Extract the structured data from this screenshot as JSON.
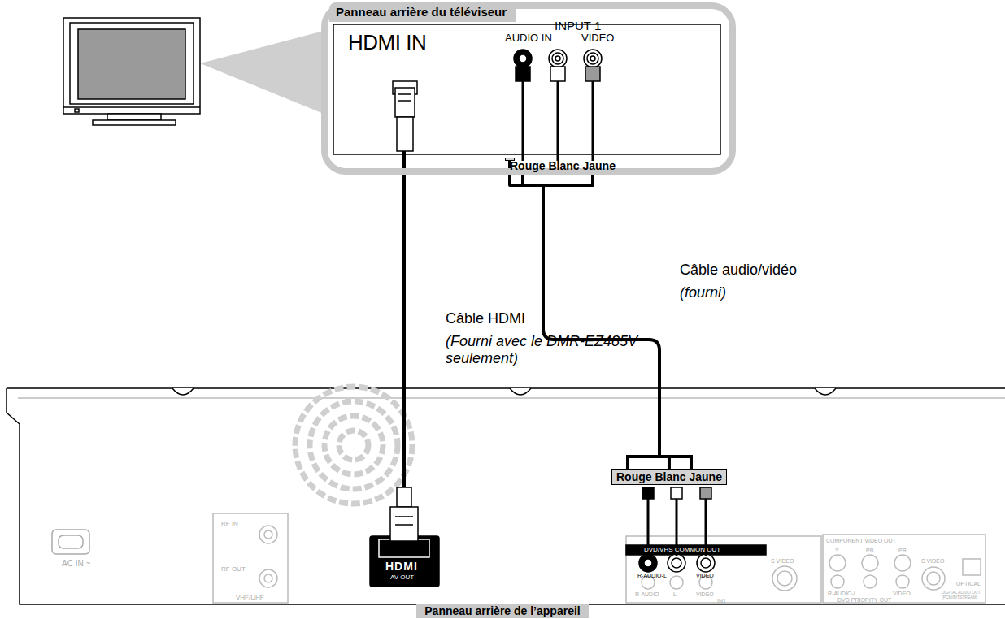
{
  "diagram": {
    "nodes": [
      {
        "text": [
          "Panneau arrière du téléviseur",
          "HDMI IN",
          "INPUT 1",
          "AUDIO IN",
          "VIDEO"
        ]
      },
      {
        "text": [
          "Rouge Blanc Jaune"
        ],
        "in": 0
      },
      {
        "text": []
      },
      {
        "text": [
          "Rouge Blanc Jaune"
        ],
        "in": 2
      },
      {
        "text": [
          "Panneau arrière de l’appareil"
        ]
      }
    ],
    "edges": [
      {
        "from": 0,
        "to": 2,
        "arrow": "none"
      },
      {
        "from": 1,
        "to": 3,
        "arrow": "none"
      }
    ],
    "labels": [
      "Câble HDMI",
      "(Fourni avec le DMR-EZ485V seulement)",
      "Câble audio/vidéo",
      "(fourni)",
      "AC IN ~",
      "RF IN",
      "RF OUT",
      "VHF/UHF",
      "HDMI",
      "AV OUT",
      "DVD/VHS COMMON OUT",
      "R-AUDIO-L",
      "VIDEO",
      "S VIDEO",
      "R-AUDIO",
      "L",
      "VIDEO",
      "IN1",
      "COMPONENT VIDEO OUT",
      "Y",
      "PB",
      "PR",
      "S VIDEO",
      "OPTICAL",
      "R-AUDIO-L",
      "VIDEO",
      "DVD PRIORITY OUT",
      "DIGITAL AUDIO OUT (PCM/BITSTREAM)"
    ]
  }
}
